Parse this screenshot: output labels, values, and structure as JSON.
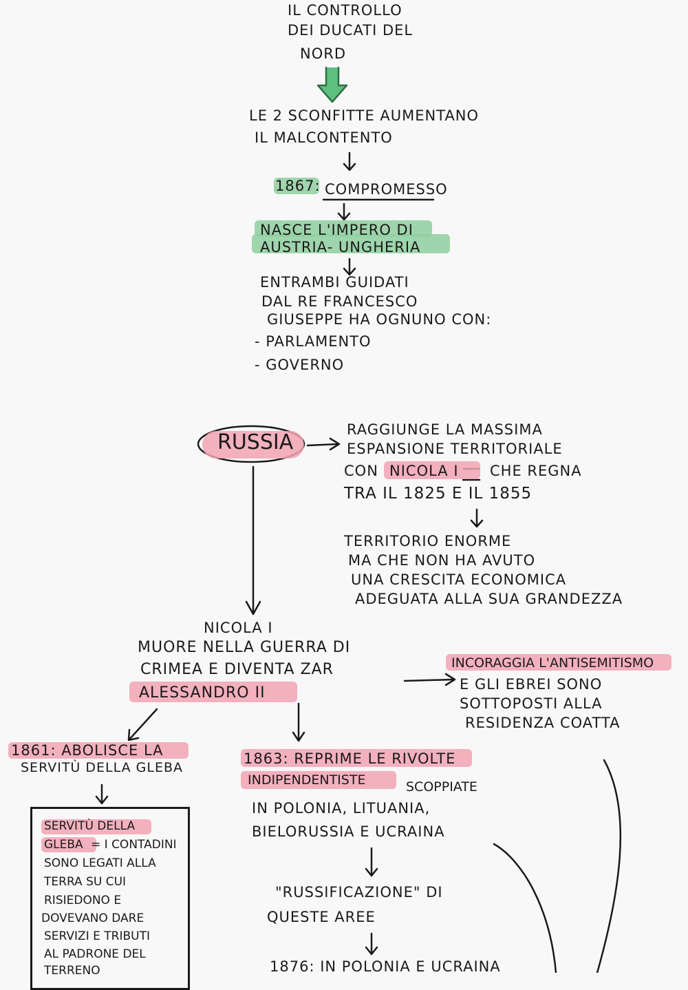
{
  "top": {
    "line1": "IL CONTROLLO",
    "line2": "DEI DUCATI DEL",
    "line3": "NORD"
  },
  "austria": {
    "sconfitte1": "LE 2 SCONFITTE AUMENTANO",
    "sconfitte2": "IL MALCONTENTO",
    "year": "1867:",
    "compromesso": "COMPROMESSO",
    "impero1": "NASCE L'IMPERO DI",
    "impero2": "AUSTRIA- UNGHERIA",
    "entrambi1": "ENTRAMBI GUIDATI",
    "entrambi2": "DAL RE FRANCESCO",
    "entrambi3": "GIUSEPPE HA OGNUNO CON:",
    "item1": "- PARLAMENTO",
    "item2": "- GOVERNO"
  },
  "russia": {
    "title": "RUSSIA",
    "exp1": "RAGGIUNGE LA MASSIMA",
    "exp2": "ESPANSIONE TERRITORIALE",
    "exp3a": "CON",
    "exp3b": "NICOLA I",
    "exp3c": "CHE REGNA",
    "exp4": "TRA IL 1825 E IL 1855",
    "terr1": "TERRITORIO ENORME",
    "terr2": "MA CHE NON HA AVUTO",
    "terr3": "UNA CRESCITA ECONOMICA",
    "terr4": "ADEGUATA ALLA SUA GRANDEZZA",
    "nicola1": "NICOLA I",
    "nicola2": "MUORE NELLA GUERRA DI",
    "nicola3": "CRIMEA E DIVENTA ZAR",
    "alessandro": "ALESSANDRO II",
    "anti1": "INCORAGGIA L'ANTISEMITISMO",
    "anti2": "E GLI EBREI SONO",
    "anti3": "SOTTOPOSTI ALLA",
    "anti4": "RESIDENZA COATTA",
    "gleba1": "1861: ABOLISCE LA",
    "gleba2": "SERVITÙ DELLA GLEBA",
    "box1": "SERVITÙ DELLA",
    "box2a": "GLEBA",
    "box2b": "= I CONTADINI",
    "box3": "SONO LEGATI ALLA",
    "box4": "TERRA SU CUI",
    "box5": "RISIEDONO E",
    "box6": "DOVEVANO DARE",
    "box7": "SERVIZI E TRIBUTI",
    "box8": "AL PADRONE DEL",
    "box9": "TERRENO",
    "riv1": "1863: REPRIME LE RIVOLTE",
    "riv2a": "INDIPENDENTISTE",
    "riv2b": "SCOPPIATE",
    "riv3": "IN POLONIA, LITUANIA,",
    "riv4": "BIELORUSSIA E UCRAINA",
    "russ1": "\"RUSSIFICAZIONE\" DI",
    "russ2": "QUESTE AREE",
    "y1876": "1876: IN POLONIA E UCRAINA"
  }
}
